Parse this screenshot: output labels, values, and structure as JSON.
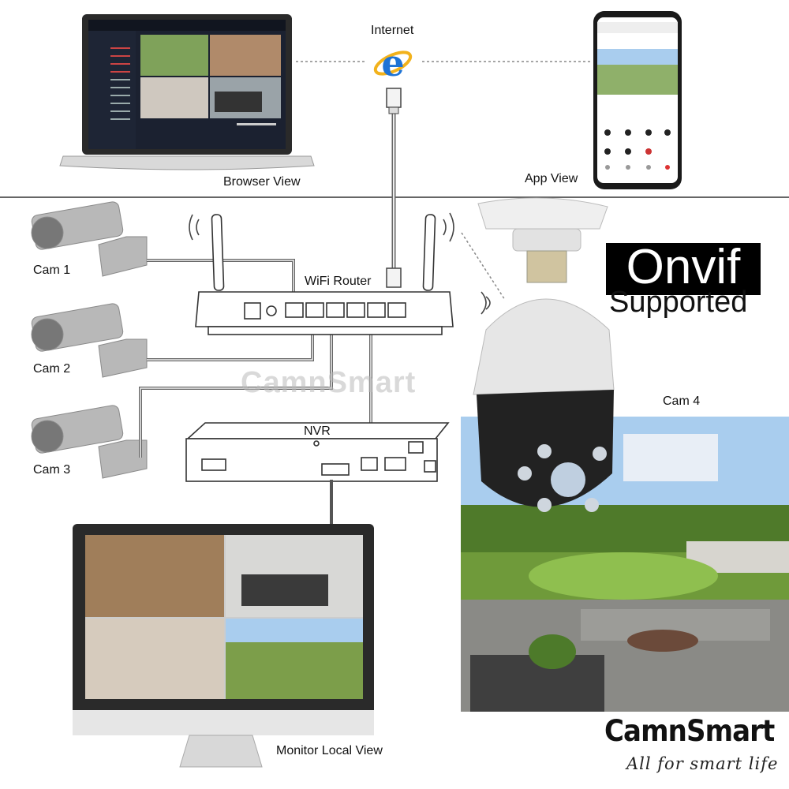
{
  "labels": {
    "internet": "Internet",
    "browser_view": "Browser View",
    "app_view": "App View",
    "cam1": "Cam 1",
    "cam2": "Cam 2",
    "cam3": "Cam 3",
    "cam4": "Cam 4",
    "router": "WiFi Router",
    "nvr": "NVR",
    "monitor": "Monitor Local View"
  },
  "badge": {
    "line1": "Onvif",
    "line2": "Supported"
  },
  "brand": {
    "name": "CamnSmart",
    "tagline": "All for smart life",
    "watermark": "CamnSmart"
  },
  "colors": {
    "ie_blue": "#1e73d6",
    "ie_ring": "#f2b21c",
    "screen_dark": "#1b2130",
    "grass": "#6f9a3a",
    "sky": "#a9cdee"
  }
}
